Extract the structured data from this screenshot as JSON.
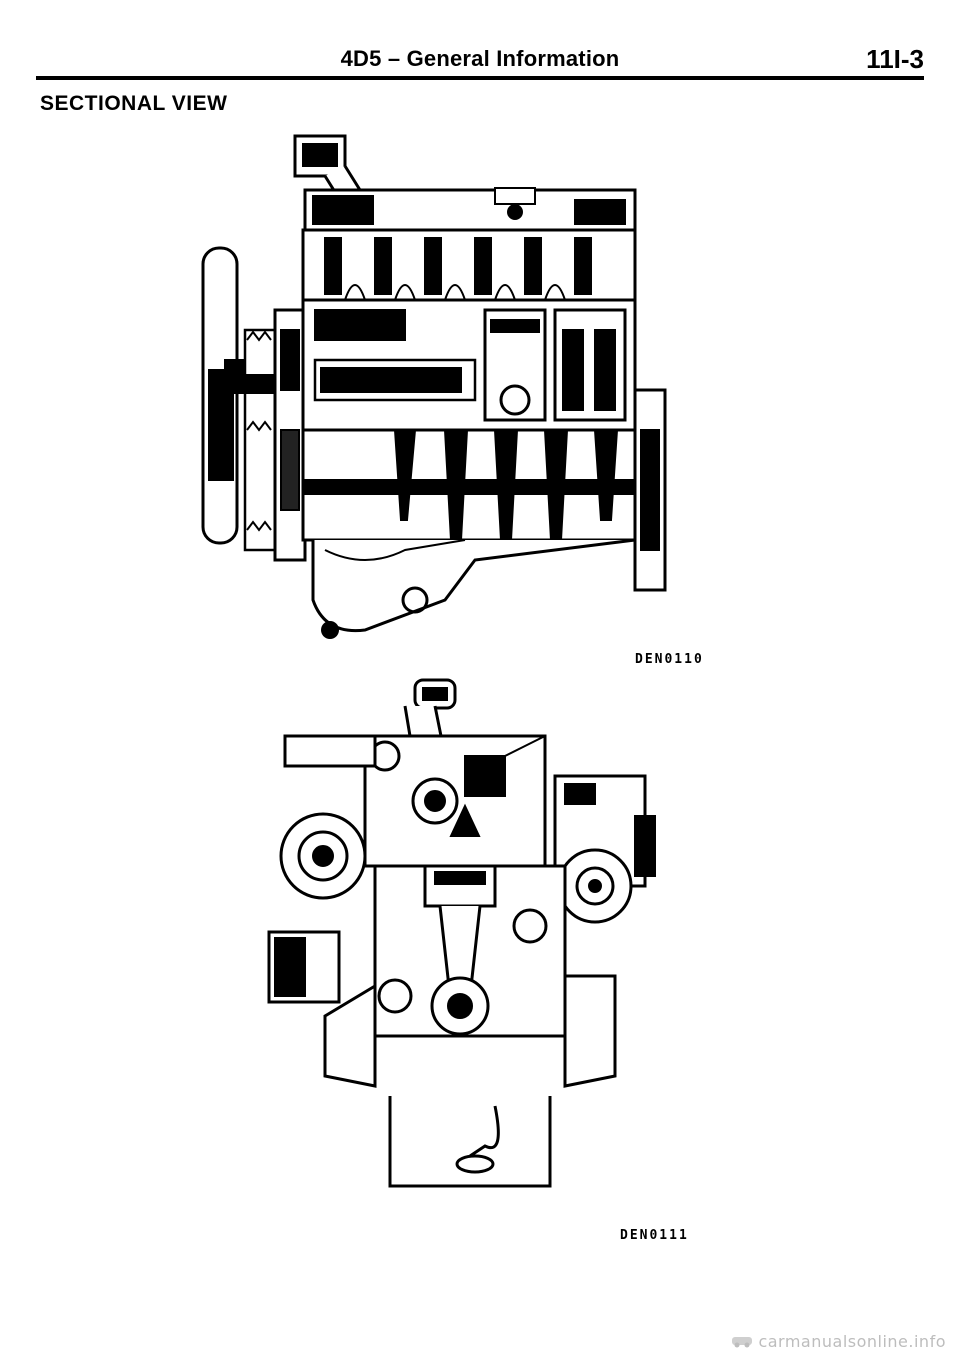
{
  "header": {
    "title": "4D5 – General Information",
    "page_number": "11I-3"
  },
  "section": {
    "heading": "SECTIONAL VIEW"
  },
  "figures": [
    {
      "code": "DEN0110",
      "icon": "engine-side-sectional-illustration"
    },
    {
      "code": "DEN0111",
      "icon": "engine-front-sectional-illustration"
    }
  ],
  "watermark": {
    "text": "carmanualsonline.info"
  },
  "colors": {
    "ink": "#000000",
    "paper": "#ffffff",
    "watermark": "#bdbdbd"
  }
}
